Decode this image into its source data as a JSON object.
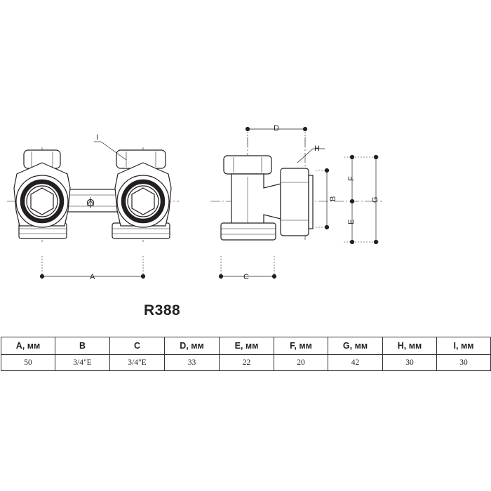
{
  "model": "R388",
  "drawing_labels": {
    "A": "A",
    "B": "B",
    "C": "C",
    "D": "D",
    "E": "E",
    "F": "F",
    "G": "G",
    "H": "H",
    "I": "I"
  },
  "table": {
    "headers": [
      "A, мм",
      "B",
      "C",
      "D, мм",
      "E, мм",
      "F, мм",
      "G, мм",
      "H, мм",
      "I, мм"
    ],
    "values": [
      "50",
      "3/4\"E",
      "3/4\"E",
      "33",
      "22",
      "20",
      "42",
      "30",
      "30"
    ]
  }
}
